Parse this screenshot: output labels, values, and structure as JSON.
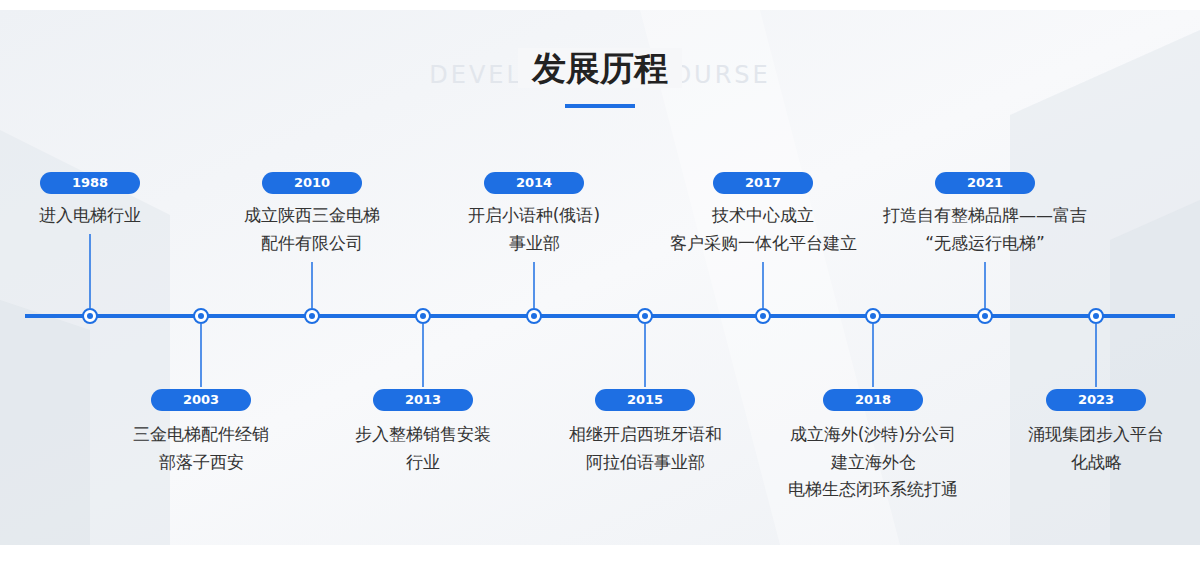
{
  "diagram": {
    "title": "发展历程",
    "nodes": [
      {
        "text": [
          "1988",
          "进入电梯行业"
        ]
      },
      {
        "text": [
          "2003",
          "三金电梯配件经销 部落子西安"
        ]
      },
      {
        "text": [
          "2010",
          "成立陕西三金电梯 配件有限公司"
        ]
      },
      {
        "text": [
          "2013",
          "步入整梯销售安装 行业"
        ]
      },
      {
        "text": [
          "2014",
          "开启小语种(俄语) 事业部"
        ]
      },
      {
        "text": [
          "2015",
          "相继开启西班牙语和 阿拉伯语事业部"
        ]
      },
      {
        "text": [
          "2017",
          "技术中心成立 客户采购一体化平台建立"
        ]
      },
      {
        "text": [
          "2018",
          "成立海外(沙特)分公司 建立海外仓 电梯生态闭环系统打通"
        ]
      },
      {
        "text": [
          "2021",
          "打造自有整梯品牌——富吉 “无感运行电梯”"
        ]
      },
      {
        "text": [
          "2023",
          "涌现集团步入平台 化战略"
        ]
      }
    ],
    "labels": [
      "DEVELOPMENT COURSE"
    ]
  }
}
